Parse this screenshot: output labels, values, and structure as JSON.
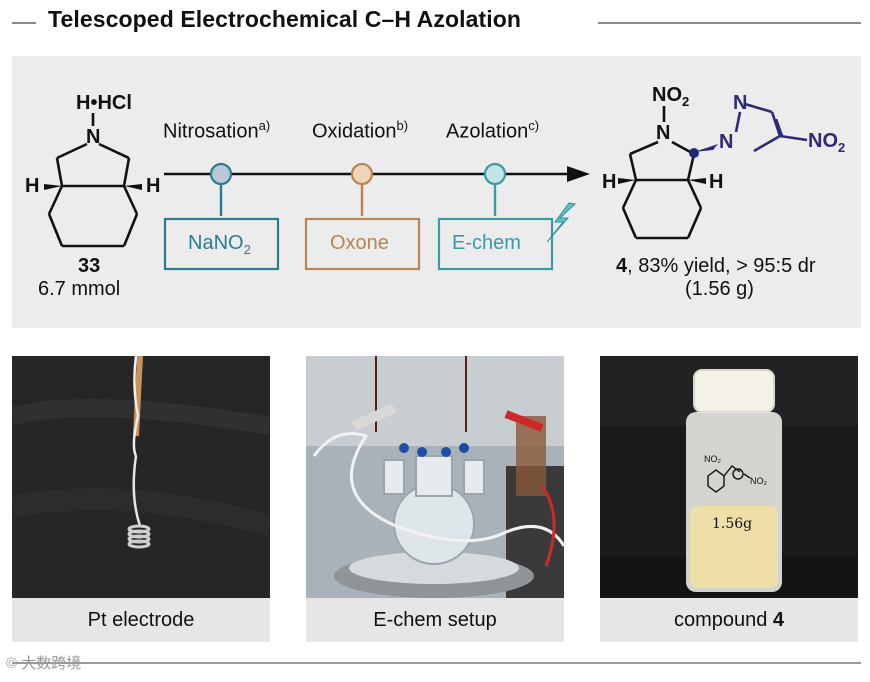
{
  "title": "Telescoped Electrochemical C–H Azolation",
  "scheme": {
    "start": {
      "salt": "H•HCl",
      "n": "N",
      "h_left": "H",
      "h_right": "H",
      "id": "33",
      "amount": "6.7 mmol"
    },
    "steps": [
      {
        "label": "Nitrosation",
        "note": "a)",
        "reagent": "NaNO",
        "reagent_sub": "2",
        "color": "#2a7c93"
      },
      {
        "label": "Oxidation",
        "note": "b)",
        "reagent": "Oxone",
        "reagent_sub": "",
        "color": "#b98450"
      },
      {
        "label": "Azolation",
        "note": "c)",
        "reagent": "E-chem",
        "reagent_sub": "",
        "color": "#3a9aa4"
      }
    ],
    "product": {
      "no2_top": "NO",
      "no2_top_sub": "2",
      "n_ring": "N",
      "pyrazole_n1": "N",
      "pyrazole_n2": "N",
      "no2_right": "NO",
      "no2_right_sub": "2",
      "h_left": "H",
      "h_right": "H",
      "id": "4",
      "yield_text": ", 83% yield, > 95:5 dr",
      "mass": "(1.56 g)",
      "accent_color": "#2e2a7a"
    }
  },
  "photos": [
    {
      "caption": "Pt electrode",
      "caption_bold": ""
    },
    {
      "caption": "E-chem setup",
      "caption_bold": ""
    },
    {
      "caption": "compound ",
      "caption_bold": "4"
    }
  ],
  "vial_label": {
    "no2": "NO₂",
    "no2_b": "NO₂",
    "mass": "1.56g"
  },
  "watermark": "© 大数跨境"
}
